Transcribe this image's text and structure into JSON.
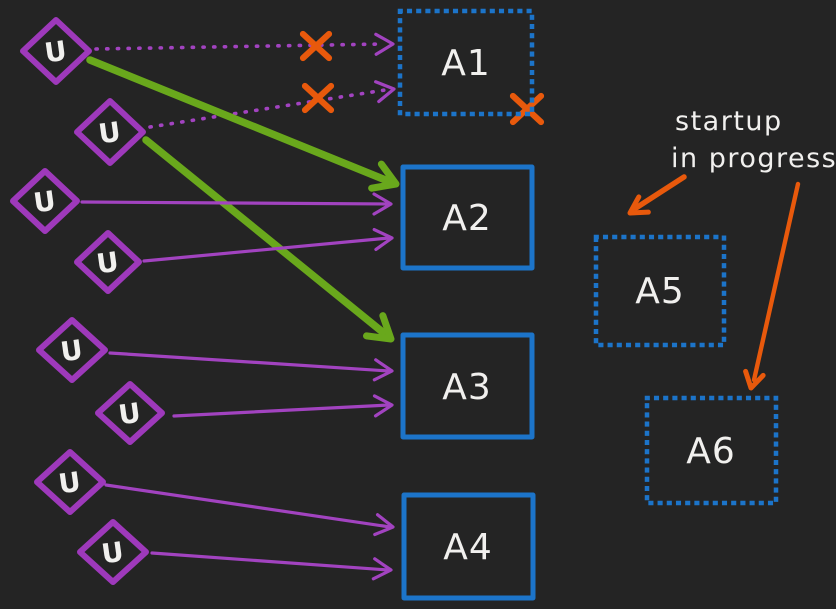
{
  "app": {
    "type": "hand-drawn-whiteboard-diagram",
    "background_color": "#242424"
  },
  "colors": {
    "purple": "#9e39bb",
    "purple_arrow": "#a243c0",
    "green": "#69a81c",
    "blue": "#1c74c9",
    "orange": "#e8590c",
    "text": "#f1f0ee"
  },
  "diagram": {
    "sources": [
      {
        "id": "U1",
        "label": "U"
      },
      {
        "id": "U2",
        "label": "U"
      },
      {
        "id": "U3",
        "label": "U"
      },
      {
        "id": "U4",
        "label": "U"
      },
      {
        "id": "U5",
        "label": "U"
      },
      {
        "id": "U6",
        "label": "U"
      },
      {
        "id": "U7",
        "label": "U"
      },
      {
        "id": "U8",
        "label": "U"
      }
    ],
    "targets": [
      {
        "id": "A1",
        "label": "A1",
        "border": "dotted",
        "corner_x_mark": true
      },
      {
        "id": "A2",
        "label": "A2",
        "border": "solid"
      },
      {
        "id": "A3",
        "label": "A3",
        "border": "solid"
      },
      {
        "id": "A4",
        "label": "A4",
        "border": "solid"
      },
      {
        "id": "A5",
        "label": "A5",
        "border": "dotted"
      },
      {
        "id": "A6",
        "label": "A6",
        "border": "dotted"
      }
    ],
    "edges": [
      {
        "from": "U1",
        "to": "A1",
        "style": "dotted",
        "color": "purple",
        "crossed_out": true
      },
      {
        "from": "U2",
        "to": "A1",
        "style": "dotted",
        "color": "purple",
        "crossed_out": true
      },
      {
        "from": "U1",
        "to": "A2",
        "style": "thick-solid",
        "color": "green"
      },
      {
        "from": "U2",
        "to": "A3",
        "style": "thick-solid",
        "color": "green"
      },
      {
        "from": "U3",
        "to": "A2",
        "style": "solid",
        "color": "purple"
      },
      {
        "from": "U4",
        "to": "A2",
        "style": "solid",
        "color": "purple"
      },
      {
        "from": "U5",
        "to": "A3",
        "style": "solid",
        "color": "purple"
      },
      {
        "from": "U6",
        "to": "A3",
        "style": "solid",
        "color": "purple"
      },
      {
        "from": "U7",
        "to": "A4",
        "style": "solid",
        "color": "purple"
      },
      {
        "from": "U8",
        "to": "A4",
        "style": "solid",
        "color": "purple"
      }
    ],
    "annotation": {
      "line1": "startup",
      "line2": "in progress",
      "color": "orange",
      "points_to": [
        "A5",
        "A6"
      ]
    },
    "x_marks": [
      {
        "on": "edge U1-A1",
        "color": "orange"
      },
      {
        "on": "edge U2-A1",
        "color": "orange"
      },
      {
        "on": "A1 bottom-right corner",
        "color": "orange"
      }
    ]
  }
}
